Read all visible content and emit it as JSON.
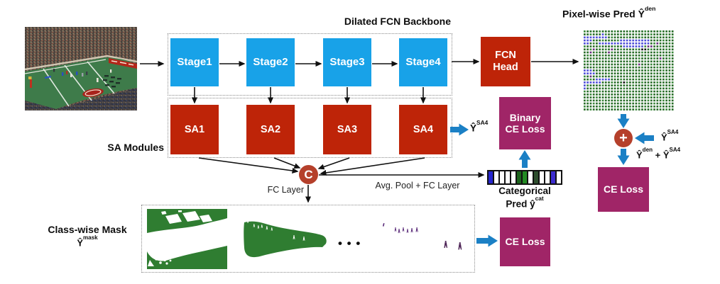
{
  "colors": {
    "stage-cyan": "#18A2E8",
    "box-red": "#BE2408",
    "magenta": "#A02567",
    "arrow-blue": "#1B80C5",
    "circle-red": "#B5402B",
    "mask-green": "#2F7D31",
    "figure-purple": "#5B2C7A",
    "figure-purple-dark": "#4E2557",
    "field-green": "#3E7B4A"
  },
  "backbone": {
    "title": "Dilated FCN Backbone",
    "stages": [
      "Stage1",
      "Stage2",
      "Stage3",
      "Stage4"
    ]
  },
  "sa_modules": {
    "label": "SA Modules",
    "modules": [
      "SA1",
      "SA2",
      "SA3",
      "SA4"
    ]
  },
  "fcn_head": {
    "line1": "FCN",
    "line2": "Head"
  },
  "pixelwise_pred": {
    "prefix": "Pixel-wise Pred ",
    "base": "Ŷ",
    "sup": "den"
  },
  "binary_ce_loss": {
    "line1": "Binary",
    "line2": "CE Loss"
  },
  "ce_loss_mask": {
    "label": "CE Loss"
  },
  "ce_loss_density": {
    "label": "CE Loss"
  },
  "ysa4_out": {
    "base": "Ŷ",
    "sup": "SA4"
  },
  "ysa4_in": {
    "base": "Ŷ",
    "sup": "SA4"
  },
  "sum_label": {
    "base1": "Ŷ",
    "sup1": "den",
    "plus": " + ",
    "base2": "Ŷ",
    "sup2": "SA4"
  },
  "categorical_pred": {
    "line1": "Categorical",
    "line2_prefix": "Pred ",
    "base": "ŷ",
    "sup": "cat",
    "cells": [
      "#2626cf",
      "#ffffff",
      "#ffffff",
      "#ffffff",
      "#ffffff",
      "#1c641c",
      "#228b22",
      "#ffffff",
      "#2f4f2f",
      "#ffffff",
      "#ffffff",
      "#3c2ccf",
      "#ffffff"
    ]
  },
  "classwise_mask": {
    "line1": "Class-wise Mask",
    "base": "Ŷ",
    "sup": "mask",
    "ellipsis": "• • •"
  },
  "fc_layer_label": "FC Layer",
  "avg_pool_label": "Avg. Pool + FC Layer",
  "concat_node": "C",
  "sum_node": "+",
  "pixel_grid": {
    "palette": {
      "g": "#2a6e2a",
      "G": "#3d8a3d",
      "b": "#5050d8",
      "p": "#6a2d7d",
      "k": "#141414"
    },
    "rows": [
      "gggggggggggggggggggggggggggggg",
      "ggggggbggggggggggggggggggggggg",
      "bbbbbbbbgggggggggggggggggggggg",
      "bbbgggggggggbbbbbbbbbbgggggggg",
      "bbgggbbbbbbbbbbbbbbbbbggpggggg",
      "gggggggggggggbbbbbbbgppggggggg",
      "gggpgggggpgggggggggkkggggggggg",
      "ggpgggggpggggggggggggggggggggg",
      "gggggggggggggggggggggggggggggg",
      "gggggggggggggggggggggggggpgggg",
      "gggggggggggggggggggggggggggggg",
      "ggggggggggggggggggpggggggggggg",
      "gggggggggggggggggggggggggggggg",
      "bbbggggggggggggggggggggggggggg",
      "bbbbgggggggggggggggggggggggggg",
      "ggpggggggggggggggggggggggggggg",
      "ggggbbbbbggggggggggggggggggggg",
      "bbbbbbgggggggkgggggggggggggggg",
      "bggggggggggggggggggggggggggggg",
      "bggggggggggggggggggggggggggggg",
      "gggggggggggggggggggggggggggggg",
      "gggggggggggggggggggggggggggggg",
      "gggggggggggggggggggggggggggggg",
      "gggggggggggggggggggggggggggggg",
      "gggggggggggggggggggggggggggggg",
      "gggggggggggggggggggggggggggggg",
      "gggggggggggggggggggggggggggggg"
    ]
  }
}
